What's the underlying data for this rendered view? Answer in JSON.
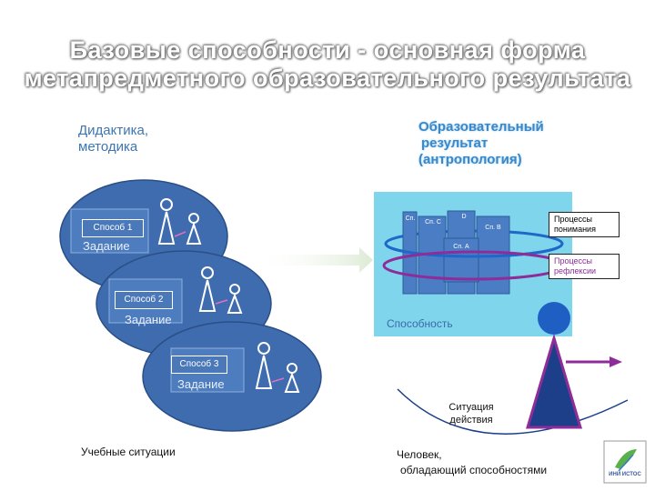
{
  "title": {
    "line1": "Базовые способности - основная форма",
    "line2": "метапредметного образовательного результата"
  },
  "left_heading": {
    "line1": "Дидактика,",
    "line2": "методика"
  },
  "right_heading": {
    "line1": "Образовательный",
    "line2": "результат",
    "line3": "(антропология)"
  },
  "ellipses": [
    {
      "method": "Способ 1",
      "task": "Задание"
    },
    {
      "method": "Способ 2",
      "task": "Задание"
    },
    {
      "method": "Способ 3",
      "task": "Задание"
    }
  ],
  "bottom_left_label": "Учебные ситуации",
  "columns": {
    "c1": "Сп.",
    "c2": "Сп. С",
    "c3": "D",
    "c4": "Сп. В",
    "c5": "Сп. А"
  },
  "capability_label": "Способность",
  "process_understanding": {
    "line1": "Процессы",
    "line2": "понимания"
  },
  "process_reflection": {
    "line1": "Процессы",
    "line2": "рефлексии"
  },
  "situation": {
    "line1": "Ситуация",
    "line2": "действия"
  },
  "person": {
    "line1": "Человек,",
    "line2": "обладающий способностями"
  },
  "logo_text": "ИНИ ИСТОС",
  "colors": {
    "ellipse": "#3e6cae",
    "panel": "#7fd6ec",
    "column": "#4a7dc4",
    "understanding_ring": "#1f67c9",
    "reflection_ring": "#8e2d9a",
    "figure_head": "#1f5fc4",
    "figure_body": "#1d3f8a"
  }
}
